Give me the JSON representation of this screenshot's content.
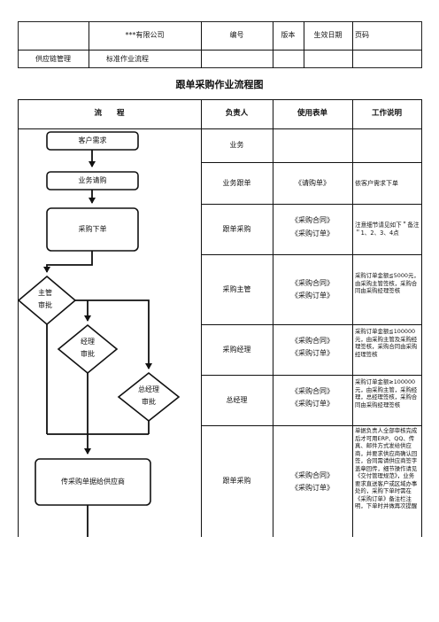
{
  "header": {
    "company": "***有限公司",
    "number_label": "编号",
    "version_label": "版本",
    "effective_date_label": "生效日期",
    "page_label": "页码",
    "dept": "供应链管理",
    "doc_type": "标准作业流程"
  },
  "title": "跟单采购作业流程图",
  "table_header": {
    "flow": "流　　程",
    "owner": "负责人",
    "form": "使用表单",
    "description": "工作说明"
  },
  "flow_nodes": {
    "customer_demand": "客户需求",
    "business_request": "业务请购",
    "purchase_order": "采购下单",
    "supervisor_line1": "主管",
    "supervisor_line2": "审批",
    "manager_line1": "经理",
    "manager_line2": "审批",
    "gm_line1": "总经理",
    "gm_line2": "审批",
    "send_to_supplier": "传采购单据给供应商"
  },
  "rows": [
    {
      "owner": "业务",
      "form_1": "",
      "form_2": "",
      "desc": ""
    },
    {
      "owner": "业务跟单",
      "form_1": "《请购单》",
      "form_2": "",
      "desc": "依客户需求下单"
    },
    {
      "owner": "跟单采购",
      "form_1": "《采购合同》",
      "form_2": "《采购订单》",
      "desc": "注意细节请见如下＂备注＂1、2、3、4点"
    },
    {
      "owner": "采购主管",
      "form_1": "《采购合同》",
      "form_2": "《采购订单》",
      "desc": "采购订单金额≦5000元，由采购主管签核，采购合同由采购经理签核"
    },
    {
      "owner": "采购经理",
      "form_1": "《采购合同》",
      "form_2": "《采购订单》",
      "desc": "采购订单金额≦100000元，由采购主管及采购经理签核，采购合同由采购经理签核"
    },
    {
      "owner": "总经理",
      "form_1": "《采购合同》",
      "form_2": "《采购订单》",
      "desc": "采购订单金额≥100000元，由采购主管，采购经理，总经理签核，采购合同由采购经理签核"
    },
    {
      "owner": "跟单采购",
      "form_1": "《采购合同》",
      "form_2": "《采购订单》",
      "desc": "单据负责人全部审核完成后才可用ERP、QQ、传真、邮件方式发给供应商，并要求供应商确认回签，合同需请供应商签字盖章回传，细节操作请见《交付管理规范》，业务要求直送客户或区域办事处的，采购下单时需在《采购订单》备注栏注明，下单时并做再次提醒"
    }
  ]
}
